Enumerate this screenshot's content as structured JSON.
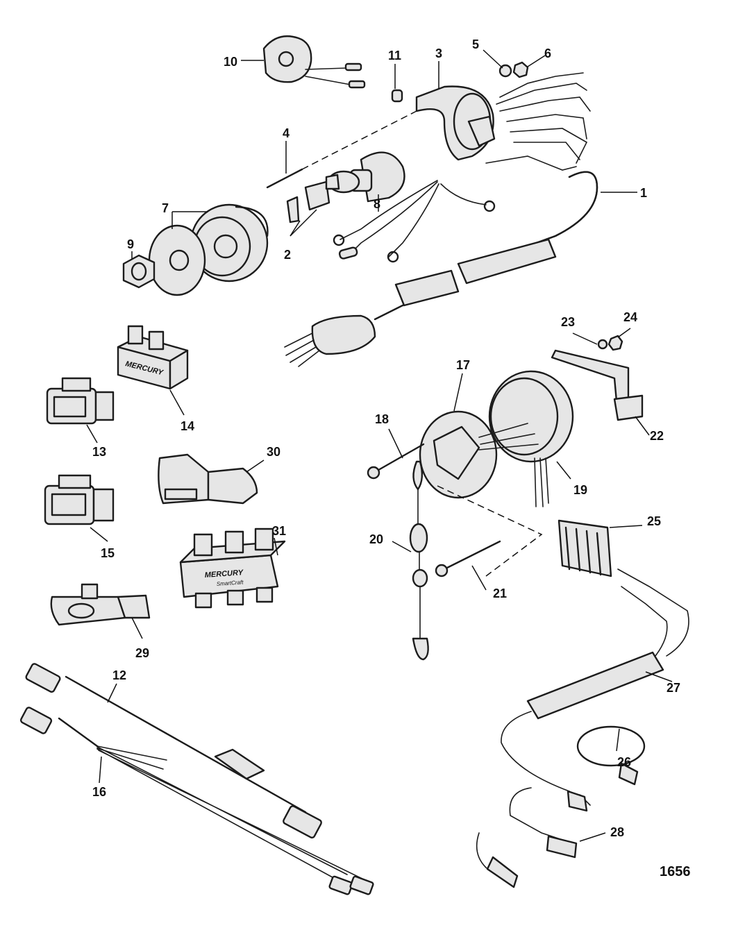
{
  "figure_number": "1656",
  "brand_text": {
    "primary": "MERCURY",
    "secondary": "SmartCraft"
  },
  "callouts": {
    "c1": "1",
    "c2": "2",
    "c3": "3",
    "c4": "4",
    "c5": "5",
    "c6": "6",
    "c7": "7",
    "c8": "8",
    "c9": "9",
    "c10": "10",
    "c11": "11",
    "c12": "12",
    "c13": "13",
    "c14": "14",
    "c15": "15",
    "c16": "16",
    "c17": "17",
    "c18": "18",
    "c19": "19",
    "c20": "20",
    "c21": "21",
    "c22": "22",
    "c23": "23",
    "c24": "24",
    "c25": "25",
    "c26": "26",
    "c27": "27",
    "c28": "28",
    "c29": "29",
    "c30": "30",
    "c31": "31"
  }
}
